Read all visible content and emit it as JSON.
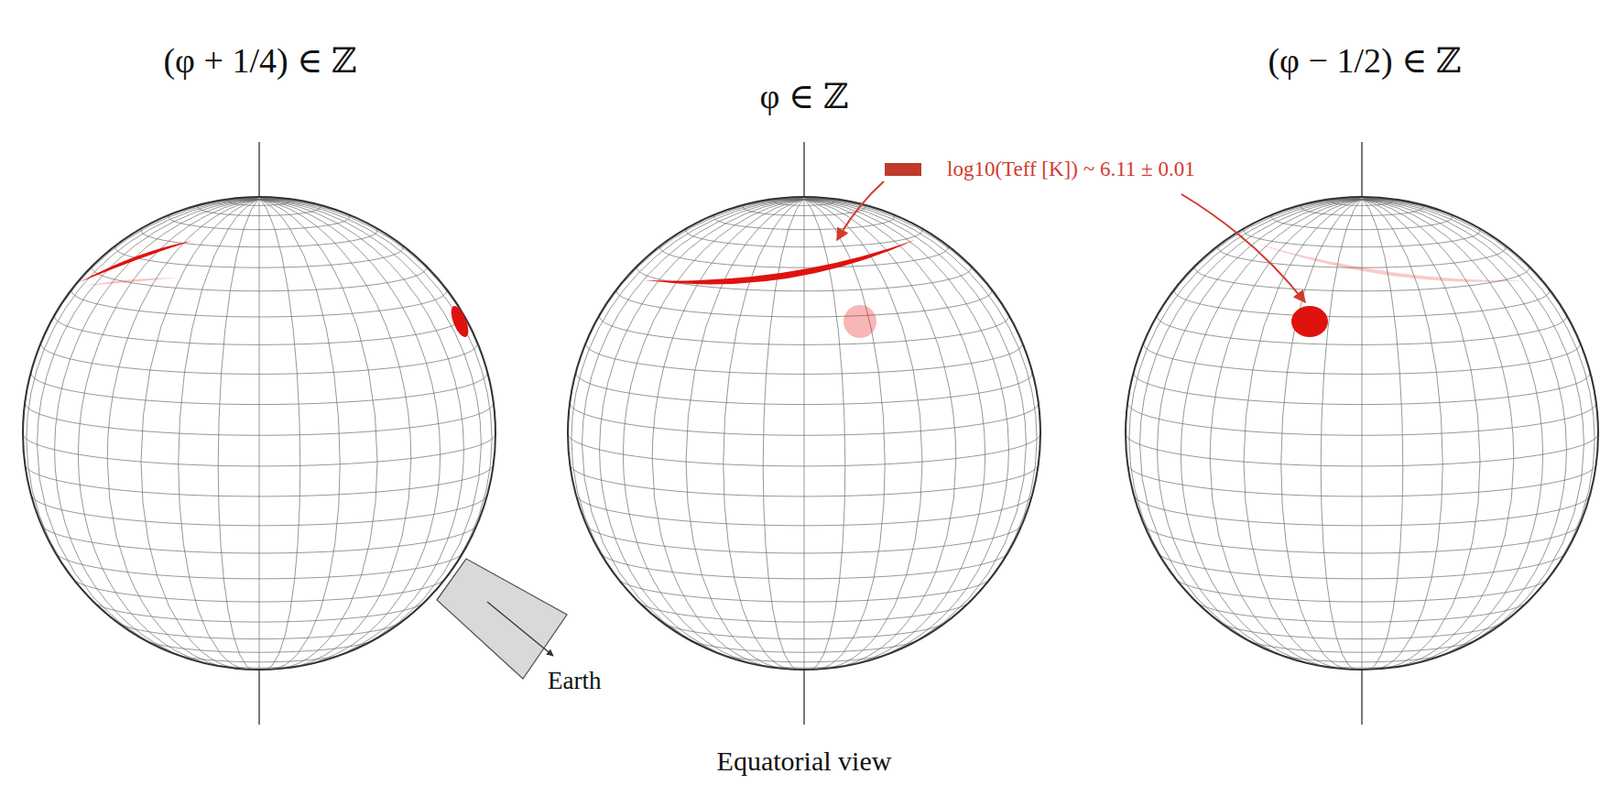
{
  "diagram": {
    "caption": "Equatorial view",
    "labels": [
      "(φ + 1/4) ∈ ℤ",
      "φ ∈ ℤ",
      "(φ − 1/2) ∈ ℤ",
      "Earth"
    ],
    "legend": [
      {
        "text": "log10(Teff [K]) ~ 6.11 ± 0.01",
        "color": "#c0392b"
      }
    ]
  }
}
